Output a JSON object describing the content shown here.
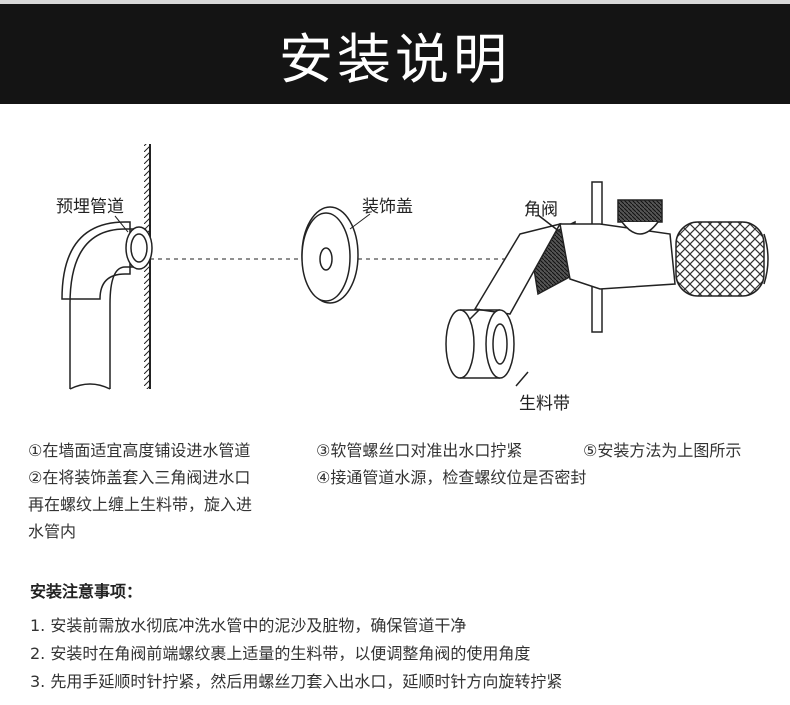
{
  "header": {
    "title": "安装说明"
  },
  "diagram": {
    "labels": {
      "embedded_pipe": "预埋管道",
      "cover": "装饰盖",
      "angle_valve": "角阀",
      "ptfe_tape": "生料带"
    }
  },
  "steps": {
    "s1": "①在墙面适宜高度铺设进水管道",
    "s2_line1": "②在将装饰盖套入三角阀进水口",
    "s2_line2": "再在螺纹上缠上生料带，旋入进",
    "s2_line3": "水管内",
    "s3": "③软管螺丝口对准出水口拧紧",
    "s4": "④接通管道水源，检查螺纹位是否密封",
    "s5": "⑤安装方法为上图所示"
  },
  "notes": {
    "heading": "安装注意事项：",
    "items": [
      "1. 安装前需放水彻底冲洗水管中的泥沙及脏物，确保管道干净",
      "2. 安装时在角阀前端螺纹裹上适量的生料带，以便调整角阀的使用角度",
      "3. 先用手延顺时针拧紧，然后用螺丝刀套入出水口，延顺时针方向旋转拧紧"
    ]
  }
}
